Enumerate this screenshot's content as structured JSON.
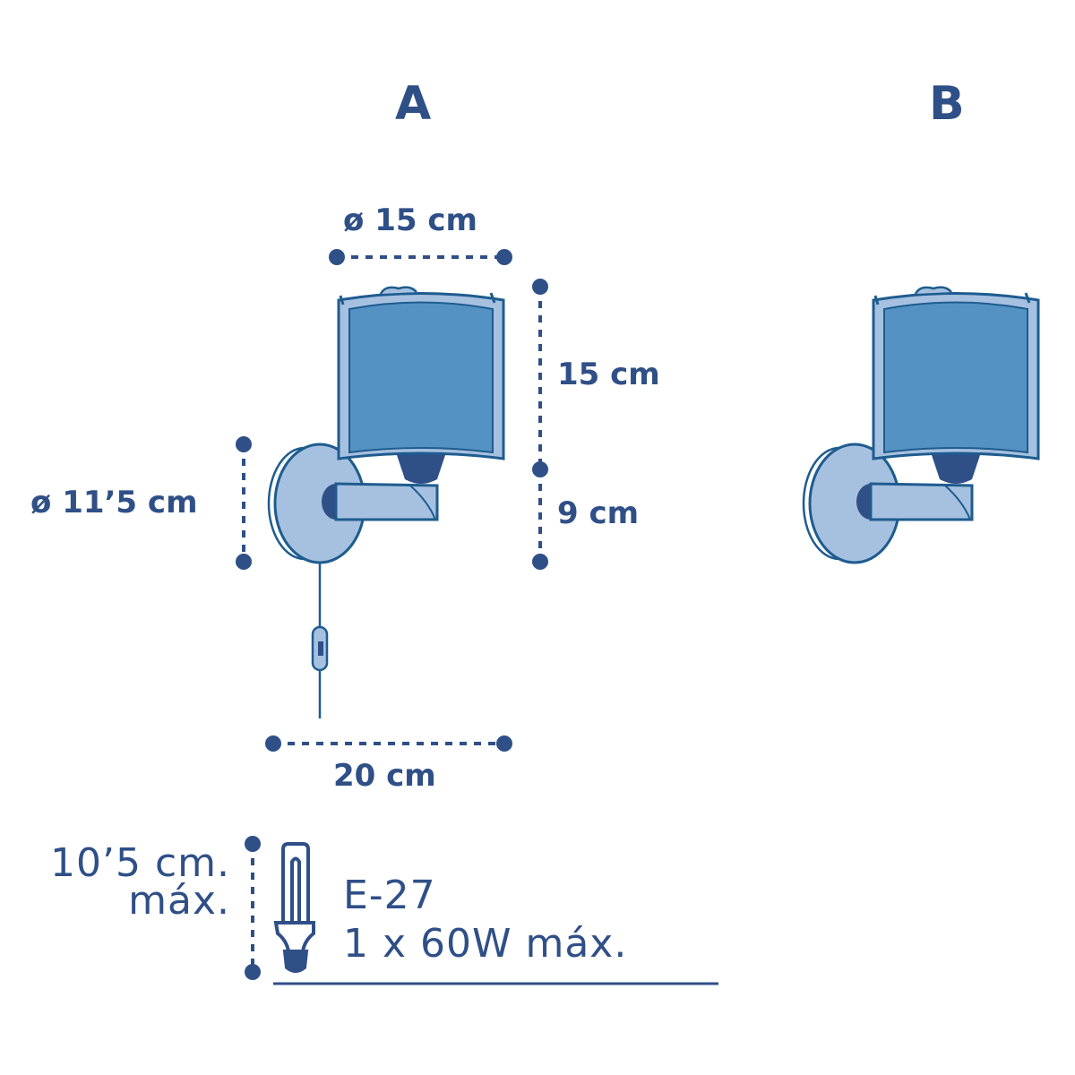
{
  "variants": {
    "a": "A",
    "b": "B"
  },
  "dimensions": {
    "shade_diameter": "ø 15 cm",
    "shade_height": "15 cm",
    "arm_height": "9 cm",
    "base_diameter": "ø 11’5 cm",
    "depth": "20 cm"
  },
  "bulb": {
    "max_length_line1": "10’5 cm.",
    "max_length_line2": "máx.",
    "socket": "E-27",
    "power": "1 x 60W máx."
  },
  "colors": {
    "navy": "#2f4f87",
    "shade": "#5492c4",
    "light": "#a6c1e0",
    "outline": "#1e5c8f"
  }
}
